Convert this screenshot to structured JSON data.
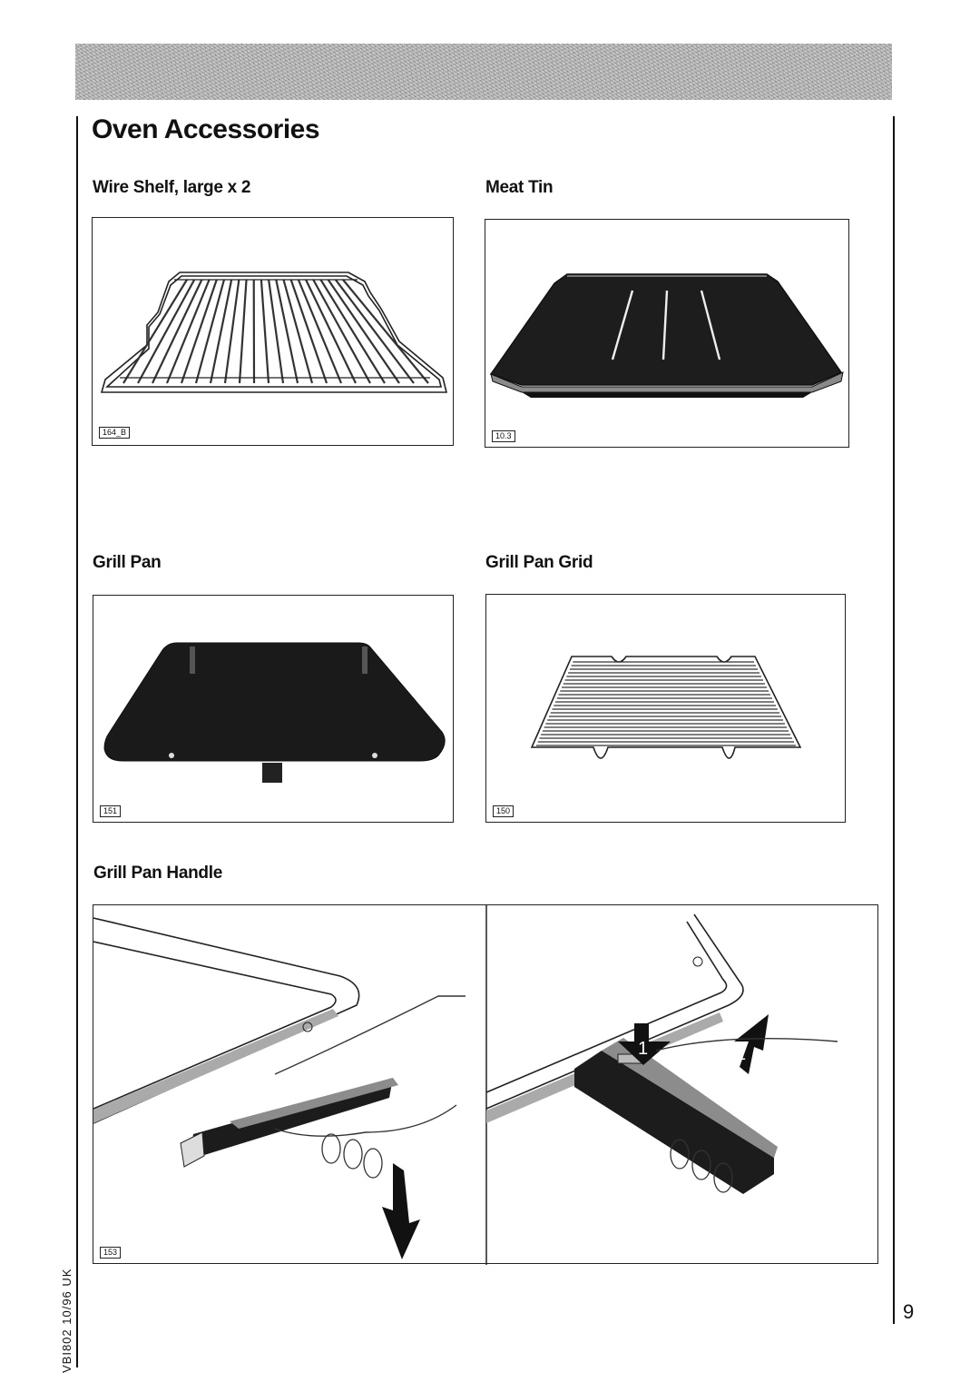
{
  "page": {
    "title": "Oven Accessories",
    "page_number": "9",
    "doc_code": "VBI802  10/96  UK"
  },
  "items": {
    "wire_shelf": {
      "label": "Wire Shelf, large x 2",
      "code": "164_B"
    },
    "meat_tin": {
      "label": "Meat Tin",
      "code": "10.3"
    },
    "grill_pan": {
      "label": "Grill Pan",
      "code": "151"
    },
    "grill_pan_grid": {
      "label": "Grill Pan Grid",
      "code": "150"
    },
    "grill_pan_handle": {
      "label": "Grill Pan Handle",
      "code": "153",
      "step_1": "1",
      "step_2": "2"
    }
  }
}
